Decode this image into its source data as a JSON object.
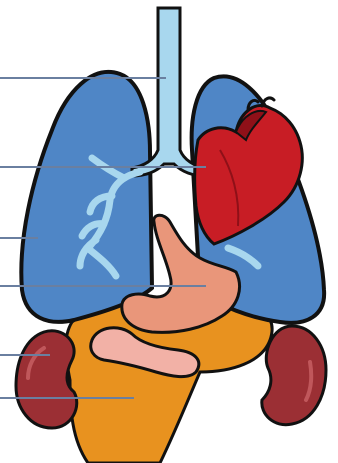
{
  "diagram": {
    "labels_printed": false,
    "leader_line_count": 6,
    "pointer_targets": [
      "trachea",
      "bronchi",
      "lung",
      "stomach",
      "kidney",
      "liver"
    ]
  },
  "colors": {
    "outline": "#111111",
    "lung": "#4f86c6",
    "airway": "#a8d7ee",
    "heart": "#c81d25",
    "heart_dark": "#8f1018",
    "stomach": "#e9967a",
    "intestine": "#f2b1a6",
    "liver": "#e8921f",
    "kidney": "#9b2f34",
    "kidney_light": "#c0575b",
    "pointer": "#6a7fa0",
    "background": "#ffffff"
  }
}
